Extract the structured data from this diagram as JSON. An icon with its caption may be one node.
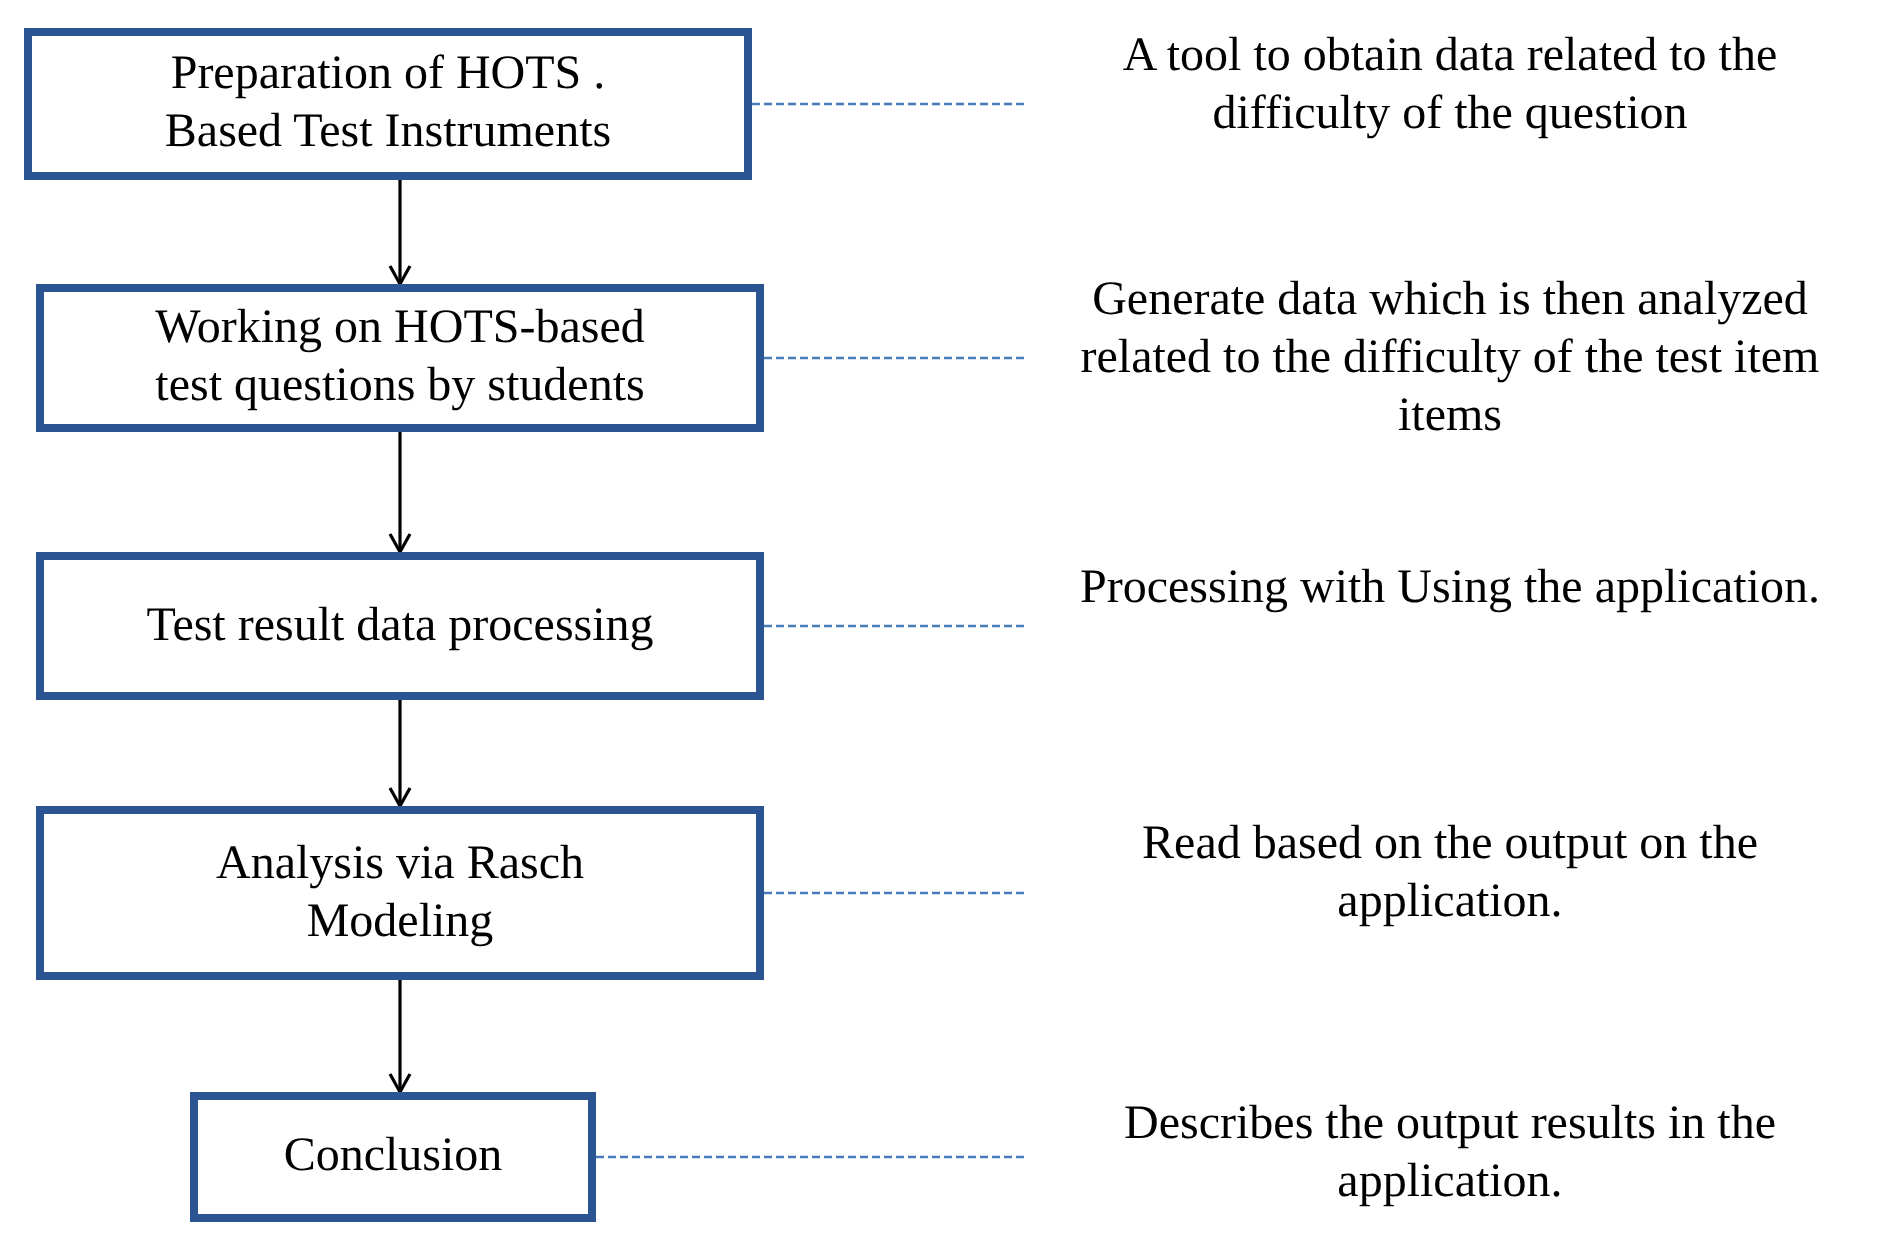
{
  "diagram": {
    "nodes": [
      {
        "text": [
          "Preparation of HOTS . Based Test Instruments"
        ]
      },
      {
        "text": [
          "Working on HOTS-based test questions by students"
        ]
      },
      {
        "text": [
          "Test result data processing"
        ]
      },
      {
        "text": [
          "Analysis via Rasch Modeling"
        ]
      },
      {
        "text": [
          "Conclusion"
        ]
      },
      {
        "text": [
          "A tool to obtain data related to the difficulty of the question"
        ]
      },
      {
        "text": [
          "Generate data which is then analyzed related to the difficulty of the test item items"
        ]
      },
      {
        "text": [
          "Processing with Using the application."
        ]
      },
      {
        "text": [
          "Read based on the output on the application."
        ]
      },
      {
        "text": [
          "Describes the output results in the application."
        ]
      }
    ],
    "edges": [
      {
        "from": 0,
        "to": 1,
        "arrow": "to",
        "color": "#000000"
      },
      {
        "from": 1,
        "to": 2,
        "arrow": "to",
        "color": "#000000"
      },
      {
        "from": 2,
        "to": 3,
        "arrow": "to",
        "color": "#000000"
      },
      {
        "from": 3,
        "to": 4,
        "arrow": "to",
        "color": "#000000"
      },
      {
        "from": 0,
        "to": 5,
        "arrow": "none",
        "style": "dashed",
        "color": "#4a7ebb"
      },
      {
        "from": 1,
        "to": 6,
        "arrow": "none",
        "style": "dashed",
        "color": "#4a7ebb"
      },
      {
        "from": 2,
        "to": 7,
        "arrow": "none",
        "style": "dashed",
        "color": "#4a7ebb"
      },
      {
        "from": 3,
        "to": 8,
        "arrow": "none",
        "style": "dashed",
        "color": "#4a7ebb"
      },
      {
        "from": 4,
        "to": 9,
        "arrow": "none",
        "style": "dashed",
        "color": "#4a7ebb"
      }
    ]
  }
}
